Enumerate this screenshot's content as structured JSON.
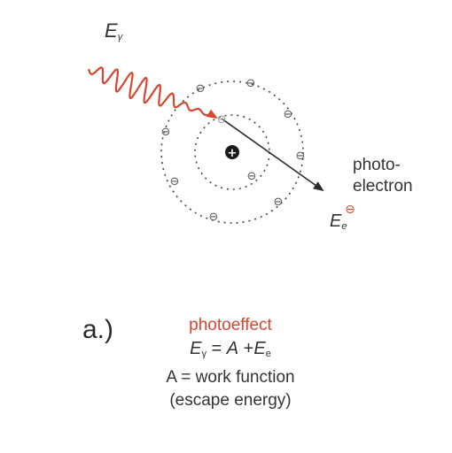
{
  "labels": {
    "photon_energy": {
      "symbol": "E",
      "sub": "γ"
    },
    "electron_energy": {
      "symbol": "E",
      "sub": "e"
    },
    "photoelectron_line1": "photo-",
    "photoelectron_line2": "electron",
    "panel": "a.)"
  },
  "caption": {
    "title": "photoeffect",
    "equation": {
      "lhs_symbol": "E",
      "lhs_sub": "γ",
      "eq": " = ",
      "a": "A",
      "plus": " +",
      "rhs_symbol": "E",
      "rhs_sub": "e"
    },
    "work_function": "A = work function",
    "escape": "(escape energy)"
  },
  "glyphs": {
    "electron": "⊖",
    "nucleus": "+"
  },
  "colors": {
    "photon": "#d6472f",
    "text": "#333333",
    "electron": "#555555",
    "ejected_electron": "#d6472f"
  }
}
